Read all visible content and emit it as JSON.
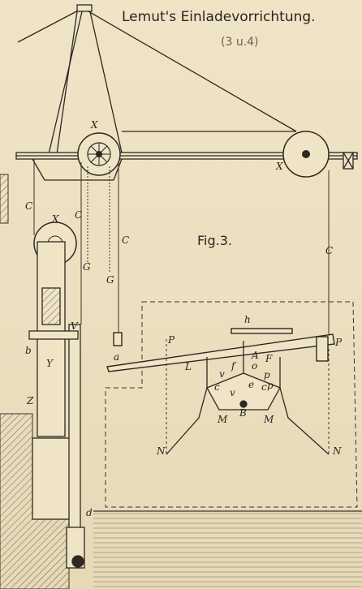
{
  "title": "Lemut's Einladevorrichtung.",
  "subtitle": "(3 u.4)",
  "figure_label": "Fig.3.",
  "letters": {
    "X1": "X",
    "X2": "X",
    "X3": "X",
    "C1": "C",
    "C2": "C",
    "C3": "C",
    "C4": "C",
    "G1": "G",
    "G2": "G",
    "h": "h",
    "P1": "P",
    "P2": "P",
    "L": "L",
    "a": "a",
    "A": "A",
    "F": "F",
    "o": "o",
    "v1": "v",
    "v2": "v",
    "f": "f",
    "p1": "p",
    "p2": "p",
    "c1": "c",
    "c2": "c",
    "e": "e",
    "B": "B",
    "M1": "M",
    "M2": "M",
    "N1": "N",
    "N2": "N",
    "b": "b",
    "Y": "Y",
    "V": "V",
    "Z": "Z",
    "d": "d"
  }
}
